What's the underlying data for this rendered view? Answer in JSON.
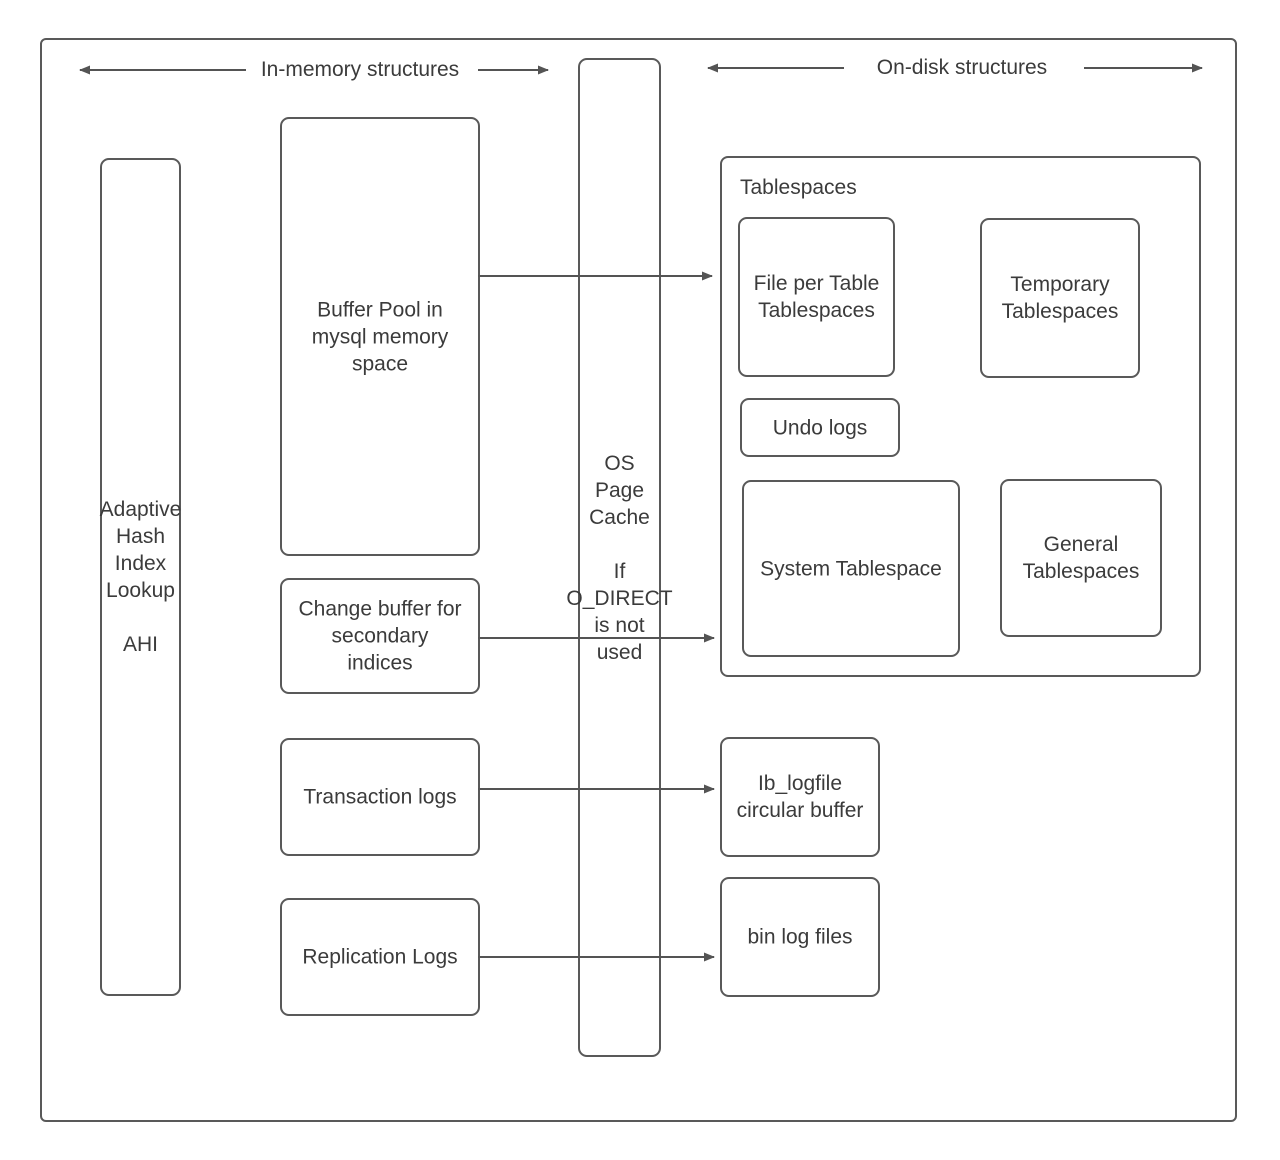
{
  "headers": {
    "in_memory": "In-memory structures",
    "on_disk": "On-disk structures"
  },
  "nodes": {
    "adaptive_hash": "Adaptive\nHash\nIndex\nLookup\n\nAHI",
    "buffer_pool": "Buffer Pool in\nmysql memory\nspace",
    "change_buffer": "Change buffer for\nsecondary\nindices",
    "transaction_logs": "Transaction logs",
    "replication_logs": "Replication Logs",
    "os_page_cache": "OS\nPage\nCache\n\nIf\nO_DIRECT\nis not\nused",
    "tablespaces_title": "Tablespaces",
    "file_per_table": "File per Table\nTablespaces",
    "temporary_tablespaces": "Temporary\nTablespaces",
    "undo_logs": "Undo logs",
    "system_tablespace": "System Tablespace",
    "general_tablespaces": "General\nTablespaces",
    "ib_logfile": "Ib_logfile\ncircular buffer",
    "bin_log_files": "bin log files"
  },
  "colors": {
    "stroke": "#595959",
    "arrow": "#545454",
    "text": "#3b3b3b",
    "background": "#ffffff"
  }
}
